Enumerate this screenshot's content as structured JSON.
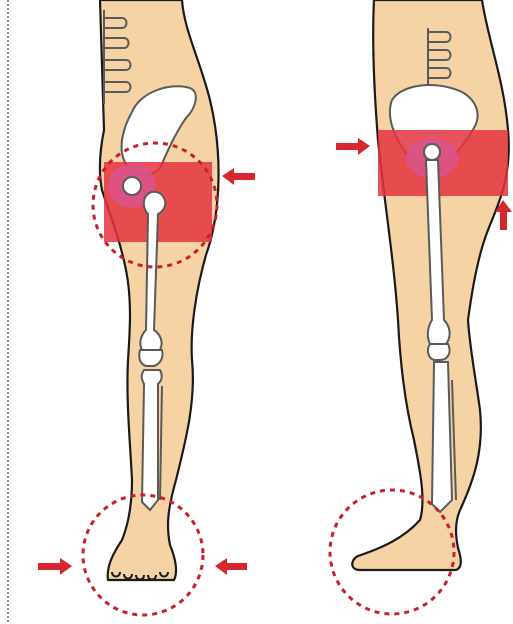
{
  "colors": {
    "skin": "#f6d3a4",
    "outline": "#1a1a1a",
    "bone_fill": "#ffffff",
    "bone_stroke": "#5a5a5a",
    "highlight_band": "#e3343f",
    "highlight_joint": "#d9548c",
    "arrow": "#d7262e",
    "dashed_circle": "#c8202a",
    "divider": "#444444"
  },
  "figures": [
    {
      "view": "front",
      "highlight": "hip-band",
      "circles": [
        "hip-joint",
        "ankle-foot"
      ],
      "arrows": [
        "right-of-hip",
        "left-of-ankle",
        "right-of-ankle"
      ]
    },
    {
      "view": "side",
      "highlight": "hip-band",
      "circles": [
        "heel-foot"
      ],
      "arrows": [
        "left-of-hip",
        "up-at-buttock"
      ]
    }
  ],
  "icons": {
    "arrow": "arrow-icon",
    "spine": "vertebrae-icon",
    "pelvis": "pelvis-icon",
    "femur": "femur-icon",
    "knee": "knee-icon",
    "tibia": "tibia-icon",
    "foot": "foot-icon"
  }
}
